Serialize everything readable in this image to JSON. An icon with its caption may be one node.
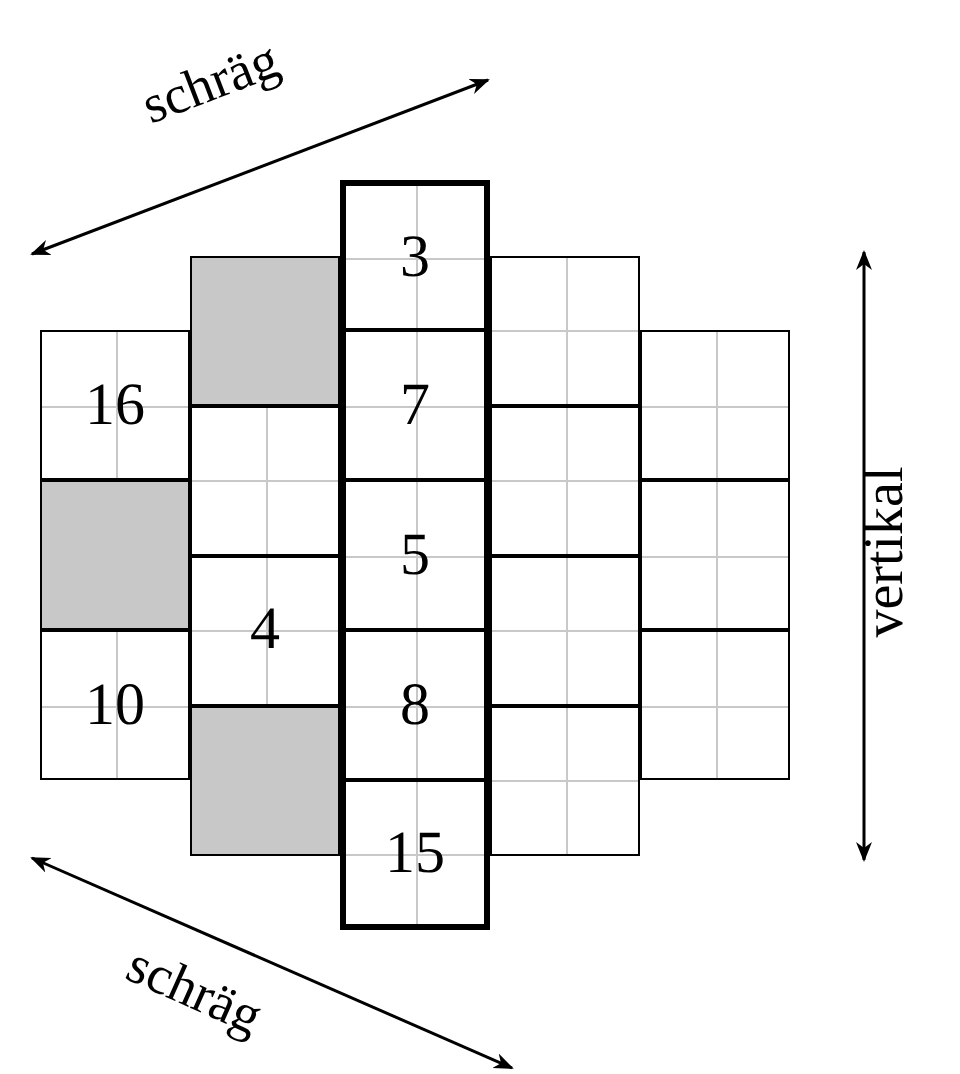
{
  "diagram": {
    "nodes": [
      {
        "text": [
          "16"
        ]
      },
      {
        "text": [],
        "shape": "box"
      },
      {
        "text": [
          "10"
        ]
      },
      {
        "text": [],
        "shape": "box"
      },
      {
        "text": [],
        "shape": "box"
      },
      {
        "text": [
          "4"
        ]
      },
      {
        "text": [],
        "shape": "box"
      },
      {
        "text": [
          "3"
        ]
      },
      {
        "text": [
          "7"
        ]
      },
      {
        "text": [
          "5"
        ]
      },
      {
        "text": [
          "8"
        ]
      },
      {
        "text": [
          "15"
        ]
      },
      {
        "text": [],
        "shape": "box"
      },
      {
        "text": [],
        "shape": "box"
      },
      {
        "text": [],
        "shape": "box"
      },
      {
        "text": [],
        "shape": "box"
      },
      {
        "text": [],
        "shape": "box"
      },
      {
        "text": [],
        "shape": "box"
      },
      {
        "text": [],
        "shape": "box"
      }
    ],
    "labels": [
      "schräg",
      "schräg",
      "vertikal"
    ]
  }
}
